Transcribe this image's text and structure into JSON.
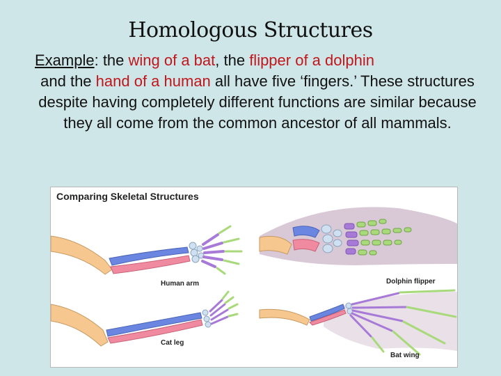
{
  "slide": {
    "title": "Homologous Structures",
    "example_word": "Example",
    "p_colon": ": the ",
    "p_wing": "wing of a bat",
    "p_comma1": ", the ",
    "p_flipper": "flipper of a dolphin",
    "p_and": "and the ",
    "p_hand": "hand of a human",
    "p_rest": " all have five ‘fingers.’ These structures despite having completely different functions are similar because they all come from the common ancestor of all mammals."
  },
  "figure": {
    "title": "Comparing Skeletal Structures",
    "labels": {
      "human_arm": "Human arm",
      "cat_leg": "Cat leg",
      "dolphin_flipper": "Dolphin flipper",
      "bat_wing": "Bat wing"
    },
    "colors": {
      "upper_bone": "#f6c78e",
      "radius": "#6b86e0",
      "ulna": "#f08aa0",
      "carpals": "#cfe0f0",
      "metacarpals": "#a77ad8",
      "phalanges": "#a8d97a",
      "flipper_skin": "#d9c9d6"
    }
  }
}
